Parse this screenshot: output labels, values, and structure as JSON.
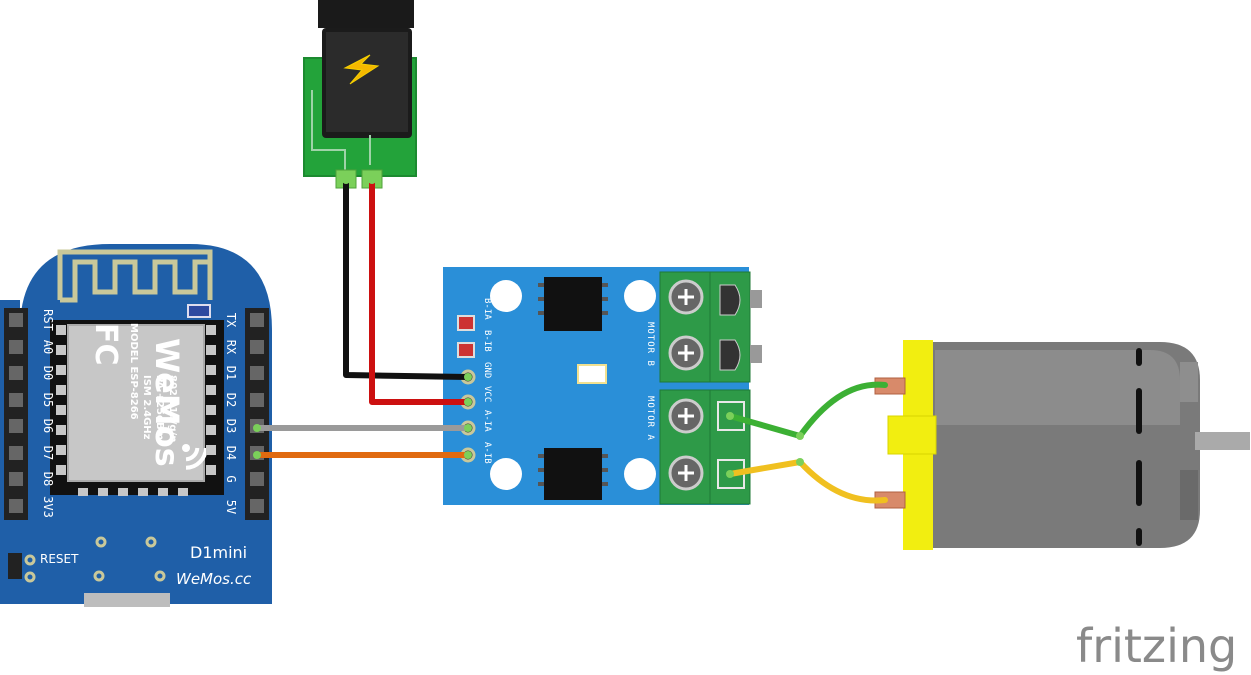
{
  "d1mini": {
    "pins_left": [
      "RST",
      "A0",
      "D0",
      "D5",
      "D6",
      "D7",
      "D8",
      "3V3"
    ],
    "pins_right": [
      "TX",
      "RX",
      "D1",
      "D2",
      "D3",
      "D4",
      "G",
      "5V"
    ],
    "chip_lines": [
      "MODEL ESP-8266",
      "ISM 2.4GHz",
      "PA +25dBm",
      "802.11b/g/n"
    ],
    "chip_brand": "WeMos",
    "reset_label": "RESET",
    "board_name": "D1mini",
    "website": "WeMos.cc",
    "fcc": "FC"
  },
  "driver": {
    "pins": [
      "B-IA",
      "B-IB",
      "GND",
      "VCC",
      "A-IA",
      "A-IB"
    ],
    "motor_b_label": "MOTOR B",
    "motor_a_label": "MOTOR A"
  },
  "wires": {
    "gnd": "#111111",
    "vcc": "#cc1010",
    "d3": "#9a9a9a",
    "d4": "#e06a10",
    "motor_1": "#3cb034",
    "motor_2": "#f0c020"
  },
  "colors": {
    "board_blue": "#1f5fa8",
    "driver_blue": "#2a8fd8",
    "terminal_green": "#2e9a48",
    "jack_pcb": "#23a33a",
    "motor_yellow": "#f2ee10",
    "motor_gray": "#7a7a7a"
  },
  "icons": [
    "lightning-icon",
    "screw-icon",
    "wifi-icon"
  ],
  "watermark": "fritzing"
}
